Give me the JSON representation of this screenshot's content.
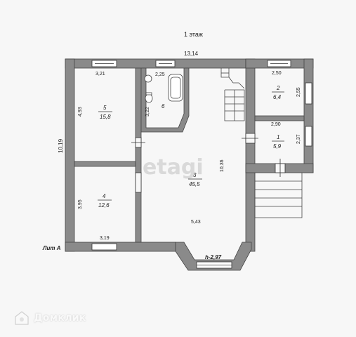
{
  "floor_title": "1 этаж",
  "plan_label": "Лит А",
  "height_label": "h-2,97",
  "overall": {
    "width": "13,14",
    "height": "10,19"
  },
  "rooms": [
    {
      "num": "5",
      "area": "15,8"
    },
    {
      "num": "4",
      "area": "12,6"
    },
    {
      "num": "3",
      "area": "45,5"
    },
    {
      "num": "2",
      "area": "6,4"
    },
    {
      "num": "1",
      "area": "5,9"
    },
    {
      "num": "6",
      "area": ""
    }
  ],
  "dimensions": {
    "r5_width": "3,21",
    "r5_height": "4,93",
    "r4_height": "3,95",
    "r4_width": "3,19",
    "r6_width": "2,25",
    "r6_height": "3,22",
    "r3_height": "10,36",
    "r3_width": "5,43",
    "r2_width": "2,50",
    "r2_height": "2,55",
    "r1_width": "2,90",
    "r1_height": "2,37"
  },
  "watermarks": {
    "center": "etagi",
    "bottom": "Домклик"
  },
  "colors": {
    "wall": "#8a8a8a",
    "wall_outline": "#444444",
    "background": "#f7f7f7",
    "line": "#333333"
  }
}
